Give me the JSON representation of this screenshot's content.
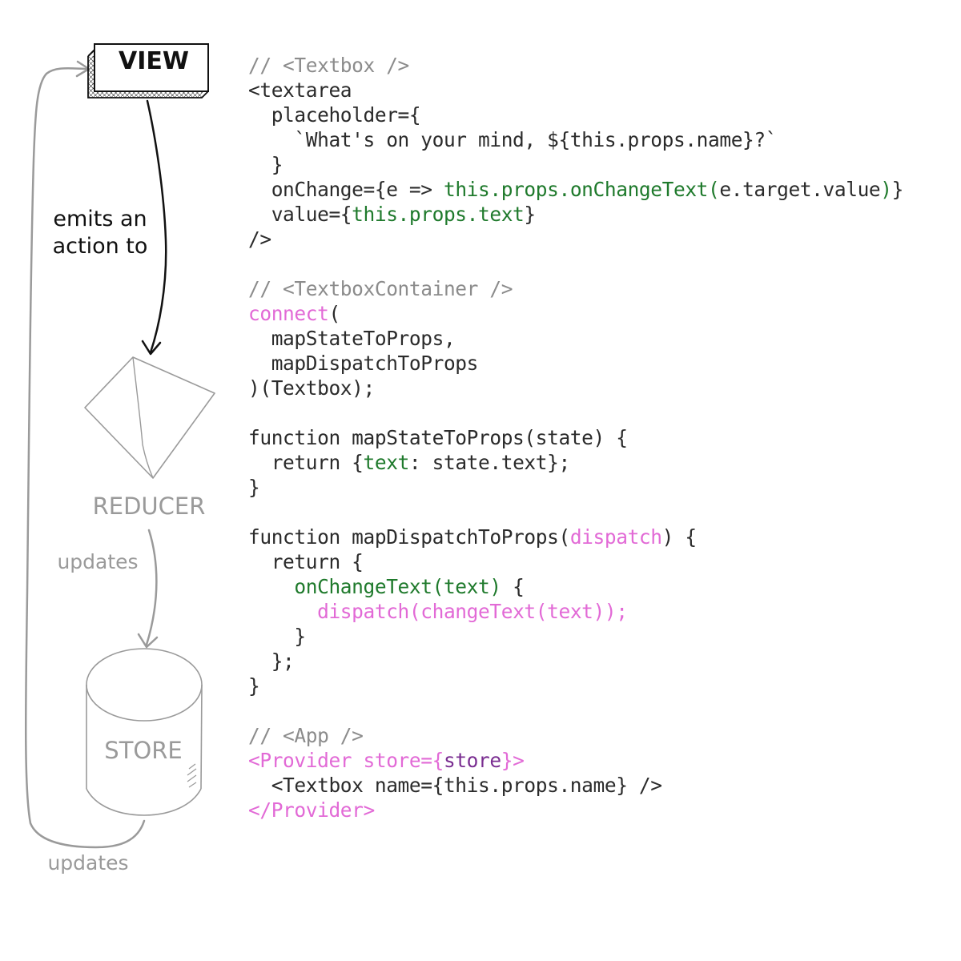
{
  "diagram": {
    "view_label": "VIEW",
    "emits_label_line1": "emits an",
    "emits_label_line2": "action to",
    "reducer_label": "REDUCER",
    "updates_label_1": "updates",
    "store_label": "STORE",
    "updates_label_2": "updates"
  },
  "colors": {
    "ink": "#111111",
    "faded_ink": "#9a9a9a",
    "code_text": "#2b2b2b",
    "comment": "#8c8c8c",
    "green": "#1f7a2c",
    "pink": "#e26ad6",
    "purple": "#7a2e91"
  },
  "code": {
    "lines": [
      [
        {
          "t": "// <Textbox />",
          "c": "comment"
        }
      ],
      [
        {
          "t": "<textarea",
          "c": "plain"
        }
      ],
      [
        {
          "t": "  placeholder={",
          "c": "plain"
        }
      ],
      [
        {
          "t": "    `What's on your mind, ${this.props.name}?`",
          "c": "plain"
        }
      ],
      [
        {
          "t": "  }",
          "c": "plain"
        }
      ],
      [
        {
          "t": "  onChange={e => ",
          "c": "plain"
        },
        {
          "t": "this.props.onChangeText(",
          "c": "green"
        },
        {
          "t": "e.target.value",
          "c": "plain"
        },
        {
          "t": ")",
          "c": "green"
        },
        {
          "t": "}",
          "c": "plain"
        }
      ],
      [
        {
          "t": "  value={",
          "c": "plain"
        },
        {
          "t": "this.props.text",
          "c": "green"
        },
        {
          "t": "}",
          "c": "plain"
        }
      ],
      [
        {
          "t": "/>",
          "c": "plain"
        }
      ],
      [
        {
          "t": "",
          "c": "plain"
        }
      ],
      [
        {
          "t": "// <TextboxContainer />",
          "c": "comment"
        }
      ],
      [
        {
          "t": "connect",
          "c": "pink"
        },
        {
          "t": "(",
          "c": "plain"
        }
      ],
      [
        {
          "t": "  mapStateToProps,",
          "c": "plain"
        }
      ],
      [
        {
          "t": "  mapDispatchToProps",
          "c": "plain"
        }
      ],
      [
        {
          "t": ")(Textbox);",
          "c": "plain"
        }
      ],
      [
        {
          "t": "",
          "c": "plain"
        }
      ],
      [
        {
          "t": "function mapStateToProps(state) {",
          "c": "plain"
        }
      ],
      [
        {
          "t": "  return {",
          "c": "plain"
        },
        {
          "t": "text",
          "c": "green"
        },
        {
          "t": ": state.text};",
          "c": "plain"
        }
      ],
      [
        {
          "t": "}",
          "c": "plain"
        }
      ],
      [
        {
          "t": "",
          "c": "plain"
        }
      ],
      [
        {
          "t": "function mapDispatchToProps(",
          "c": "plain"
        },
        {
          "t": "dispatch",
          "c": "pink"
        },
        {
          "t": ") {",
          "c": "plain"
        }
      ],
      [
        {
          "t": "  return {",
          "c": "plain"
        }
      ],
      [
        {
          "t": "    ",
          "c": "plain"
        },
        {
          "t": "onChangeText(text)",
          "c": "green"
        },
        {
          "t": " {",
          "c": "plain"
        }
      ],
      [
        {
          "t": "      ",
          "c": "plain"
        },
        {
          "t": "dispatch(changeText(text));",
          "c": "pink"
        }
      ],
      [
        {
          "t": "    }",
          "c": "plain"
        }
      ],
      [
        {
          "t": "  };",
          "c": "plain"
        }
      ],
      [
        {
          "t": "}",
          "c": "plain"
        }
      ],
      [
        {
          "t": "",
          "c": "plain"
        }
      ],
      [
        {
          "t": "// <App />",
          "c": "comment"
        }
      ],
      [
        {
          "t": "<Provider store={",
          "c": "pink"
        },
        {
          "t": "store",
          "c": "purple"
        },
        {
          "t": "}>",
          "c": "pink"
        }
      ],
      [
        {
          "t": "  <Textbox name={this.props.name} />",
          "c": "plain"
        }
      ],
      [
        {
          "t": "</Provider>",
          "c": "pink"
        }
      ]
    ]
  }
}
